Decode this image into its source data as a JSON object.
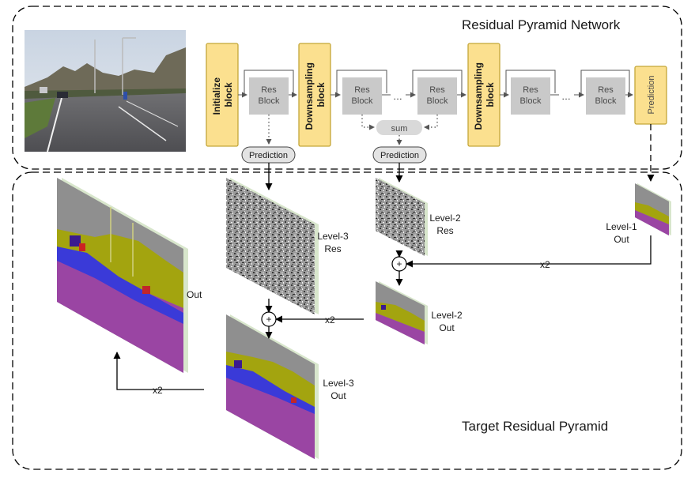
{
  "sections": {
    "network_title": "Residual Pyramid Network",
    "pyramid_title": "Target Residual Pyramid"
  },
  "network": {
    "initialize_block": [
      "Initialize",
      "block"
    ],
    "downsampling_block": [
      "Downsampling",
      "block"
    ],
    "res_block": [
      "Res",
      "Block"
    ],
    "ellipsis": "…",
    "sum": "sum",
    "prediction": "Prediction"
  },
  "pyramid": {
    "level1_out": [
      "Level-1",
      "Out"
    ],
    "level2_res": [
      "Level-2",
      "Res"
    ],
    "level2_out": [
      "Level-2",
      "Out"
    ],
    "level3_res": [
      "Level-3",
      "Res"
    ],
    "level3_out": [
      "Level-3",
      "Out"
    ],
    "out": "Out",
    "upsample": "x2",
    "plus": "+"
  },
  "colors": {
    "yellow_block": "#fbe08f",
    "yellow_border": "#c4a638",
    "gray_block": "#c9c9c9",
    "seg_sky": "#8f8f8f",
    "seg_vegetation": "#a3a40f",
    "seg_road": "#9a45a3",
    "seg_sidewalk": "#3a3ad8",
    "seg_car": "#3b1a8f"
  }
}
